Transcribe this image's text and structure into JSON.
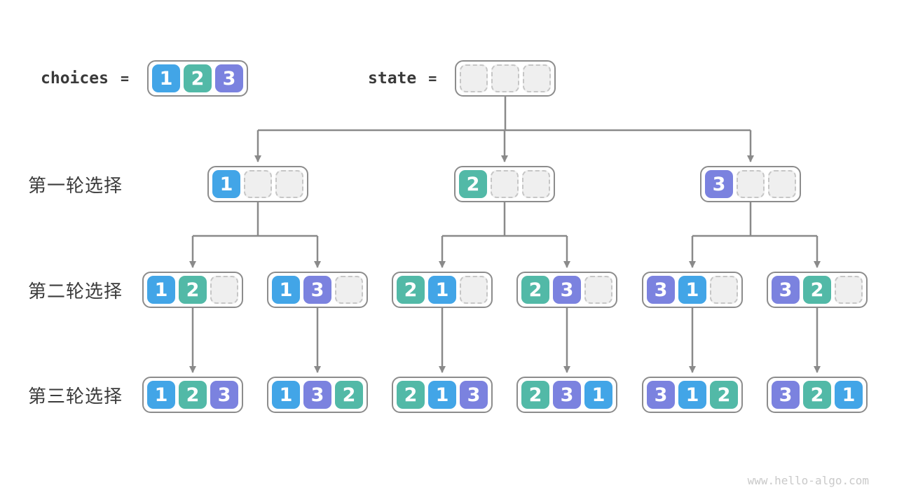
{
  "header": {
    "choices_label": "choices",
    "eq": "=",
    "choices_cells": [
      1,
      2,
      3
    ],
    "state_label": "state",
    "state_cells": [
      null,
      null,
      null
    ]
  },
  "rows": [
    {
      "label": "第一轮选择",
      "boxes": [
        [
          1,
          null,
          null
        ],
        [
          2,
          null,
          null
        ],
        [
          3,
          null,
          null
        ]
      ]
    },
    {
      "label": "第二轮选择",
      "boxes": [
        [
          1,
          2,
          null
        ],
        [
          1,
          3,
          null
        ],
        [
          2,
          1,
          null
        ],
        [
          2,
          3,
          null
        ],
        [
          3,
          1,
          null
        ],
        [
          3,
          2,
          null
        ]
      ]
    },
    {
      "label": "第三轮选择",
      "boxes": [
        [
          1,
          2,
          3
        ],
        [
          1,
          3,
          2
        ],
        [
          2,
          1,
          3
        ],
        [
          2,
          3,
          1
        ],
        [
          3,
          1,
          2
        ],
        [
          3,
          2,
          1
        ]
      ]
    }
  ],
  "edges": {
    "root_to_row1": [
      0,
      1,
      2
    ],
    "row1_to_row2": [
      [
        0,
        1
      ],
      [
        2,
        3
      ],
      [
        4,
        5
      ]
    ],
    "row2_to_row3": [
      [
        0
      ],
      [
        1
      ],
      [
        2
      ],
      [
        3
      ],
      [
        4
      ],
      [
        5
      ]
    ]
  },
  "colors": {
    "c1": "#42a5e7",
    "c2": "#52b9a7",
    "c3": "#7b82df",
    "box_border": "#8c8c8c",
    "empty_fill": "#efefef",
    "empty_border": "#c6c6c6",
    "arrow": "#8a8a8a",
    "label_text": "#3c3c3c",
    "footer_text": "#c9c9c9"
  },
  "footer": {
    "text": "www.hello-algo.com"
  }
}
